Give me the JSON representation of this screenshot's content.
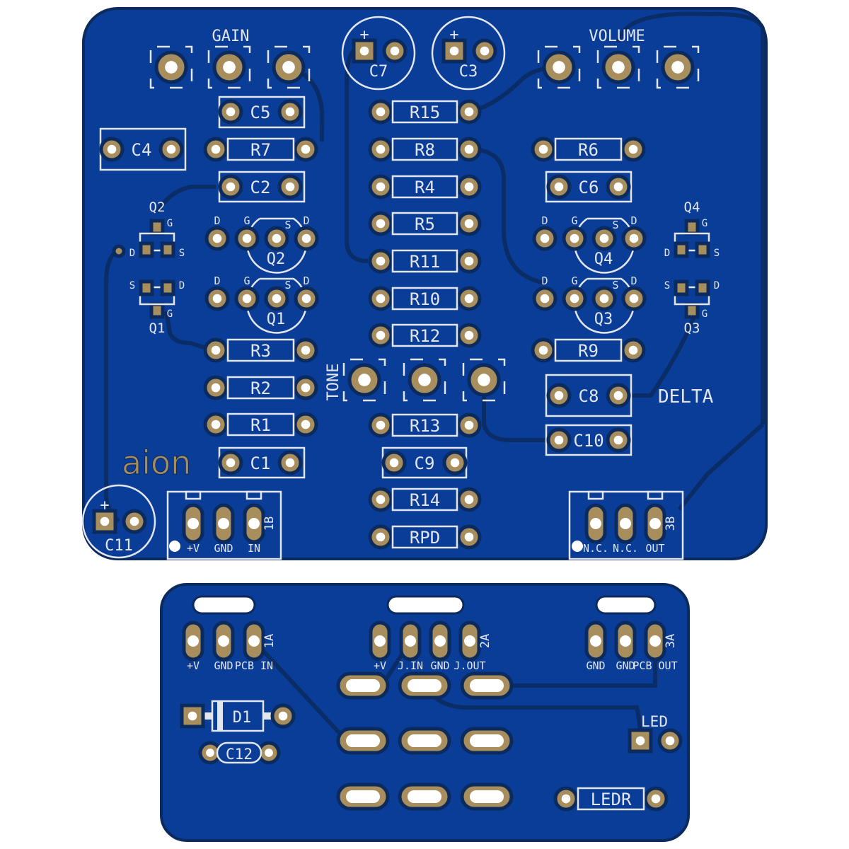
{
  "colors": {
    "board": "#0a3d98",
    "outline": "#0b2a5e",
    "pad": "#a88e5c",
    "silk": "#e4e6ee"
  },
  "brand": "aion",
  "title": "DELTA",
  "pots": {
    "gain": "GAIN",
    "volume": "VOLUME",
    "tone": "TONE"
  },
  "resistors": {
    "R15": "R15",
    "R8": "R8",
    "R4": "R4",
    "R5": "R5",
    "R11": "R11",
    "R10": "R10",
    "R12": "R12",
    "R13": "R13",
    "R14": "R14",
    "RPD": "RPD",
    "R7": "R7",
    "R3": "R3",
    "R2": "R2",
    "R1": "R1",
    "R6": "R6",
    "R9": "R9",
    "LEDR": "LEDR"
  },
  "capacitors": {
    "C5": "C5",
    "C4": "C4",
    "C2": "C2",
    "C1": "C1",
    "C6": "C6",
    "C8": "C8",
    "C10": "C10",
    "C9": "C9",
    "C7": "C7",
    "C3": "C3",
    "C11": "C11",
    "C12": "C12"
  },
  "polarity": "+",
  "transistors": {
    "Q1": "Q1",
    "Q2": "Q2",
    "Q3": "Q3",
    "Q4": "Q4"
  },
  "pins": {
    "d": "D",
    "g": "G",
    "s": "S"
  },
  "diode": "D1",
  "led": "LED",
  "connectors": {
    "c1B": {
      "id": "1B",
      "pins": [
        "+V",
        "GND",
        "IN"
      ]
    },
    "c3B": {
      "id": "3B",
      "pins": [
        "N.C.",
        "N.C.",
        "OUT"
      ]
    },
    "c1A": {
      "id": "1A",
      "pins": [
        "+V",
        "GND",
        "PCB IN"
      ]
    },
    "c2A": {
      "id": "2A",
      "pins": [
        "+V",
        "J.IN",
        "GND",
        "J.OUT"
      ]
    },
    "c3A": {
      "id": "3A",
      "pins": [
        "GND",
        "GND",
        "PCB OUT"
      ]
    }
  }
}
